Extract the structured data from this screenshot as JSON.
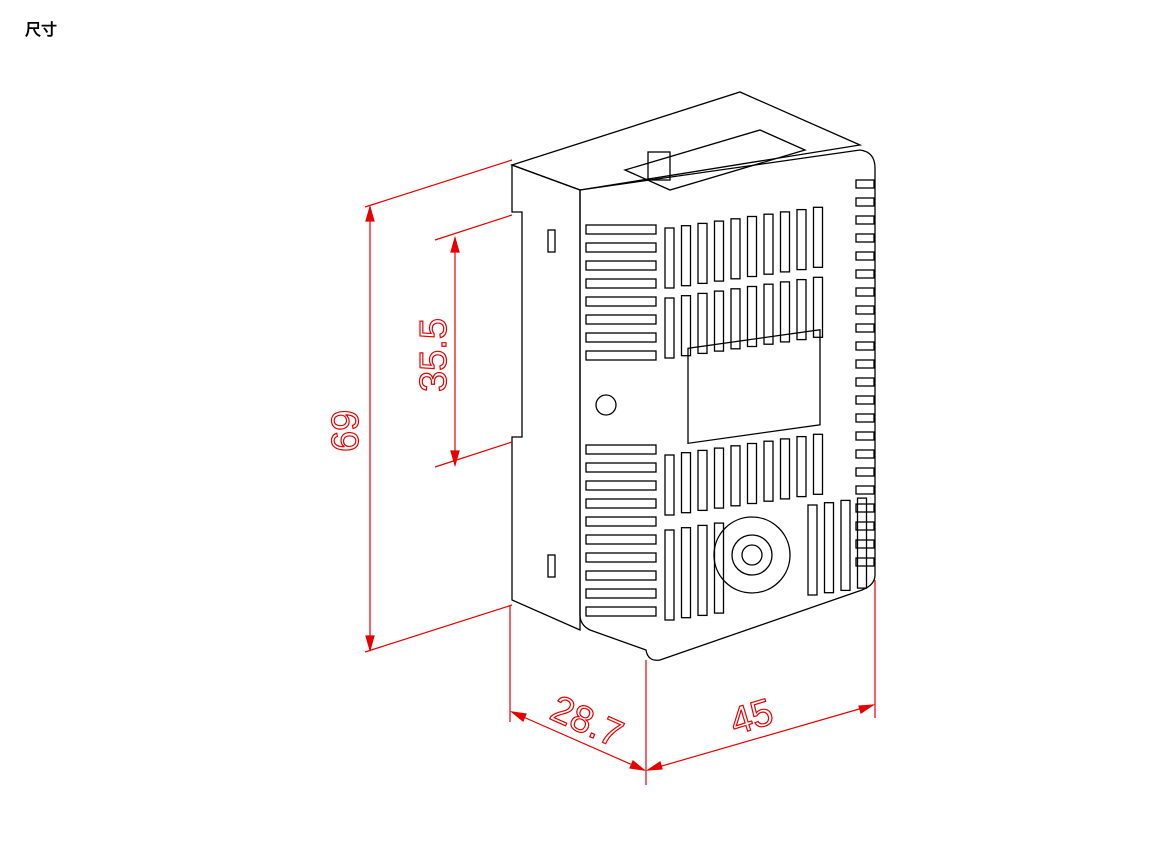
{
  "title": "尺寸",
  "dimensions": {
    "height_total": "69",
    "height_mount": "35.5",
    "depth": "28.7",
    "width": "45"
  },
  "colors": {
    "dimension": "#e60000",
    "outline": "#000000"
  }
}
